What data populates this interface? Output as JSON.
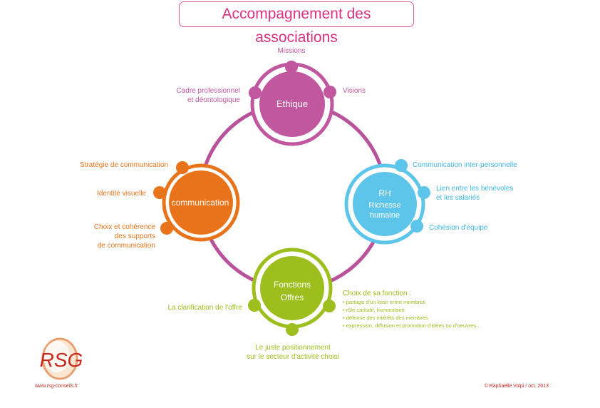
{
  "title": "Accompagnement des associations",
  "colors": {
    "ethique": "#c0579f",
    "communication": "#e8731a",
    "rh": "#5cc5e9",
    "fonctions": "#9cbf1d",
    "ring": "#b8529b",
    "title": "#d9337f"
  },
  "nodes": {
    "ethique": {
      "label": "Ethique",
      "items": [
        "Missions",
        "Visions",
        "Cadre professionnel",
        "et déontologique"
      ]
    },
    "communication": {
      "label": "communication",
      "items": [
        "Stratégie de communication",
        "Identité visuelle",
        "Choix et cohérence",
        "des supports",
        "de communication"
      ]
    },
    "rh": {
      "label1": "RH",
      "label2": "Richesse",
      "label3": "humaine",
      "items": [
        "Communication inter-personnelle",
        "Lien entre les bénévoles",
        "et les salariés",
        "Cohésion d'équipe"
      ]
    },
    "fonctions": {
      "label1": "Fonctions",
      "label2": "Offres",
      "items": [
        "La clarification de l'offre",
        "Le juste positionnement",
        "sur le secteur d'activité choisi"
      ],
      "choix_title": "Choix de sa fonction :",
      "choix": [
        "▪ partage d'un loisir entre membres",
        "▪ rôle caritatif, humanitaire",
        "▪ défense des intérêts des membres",
        "▪ expression, diffusion et promotion d'idées ou d'oeuvres…"
      ]
    }
  },
  "footer": {
    "logo": "RSG",
    "website": "www.rsg-conseils.fr",
    "copyright": "© Raphaëlle Volpi / oct. 2013"
  }
}
